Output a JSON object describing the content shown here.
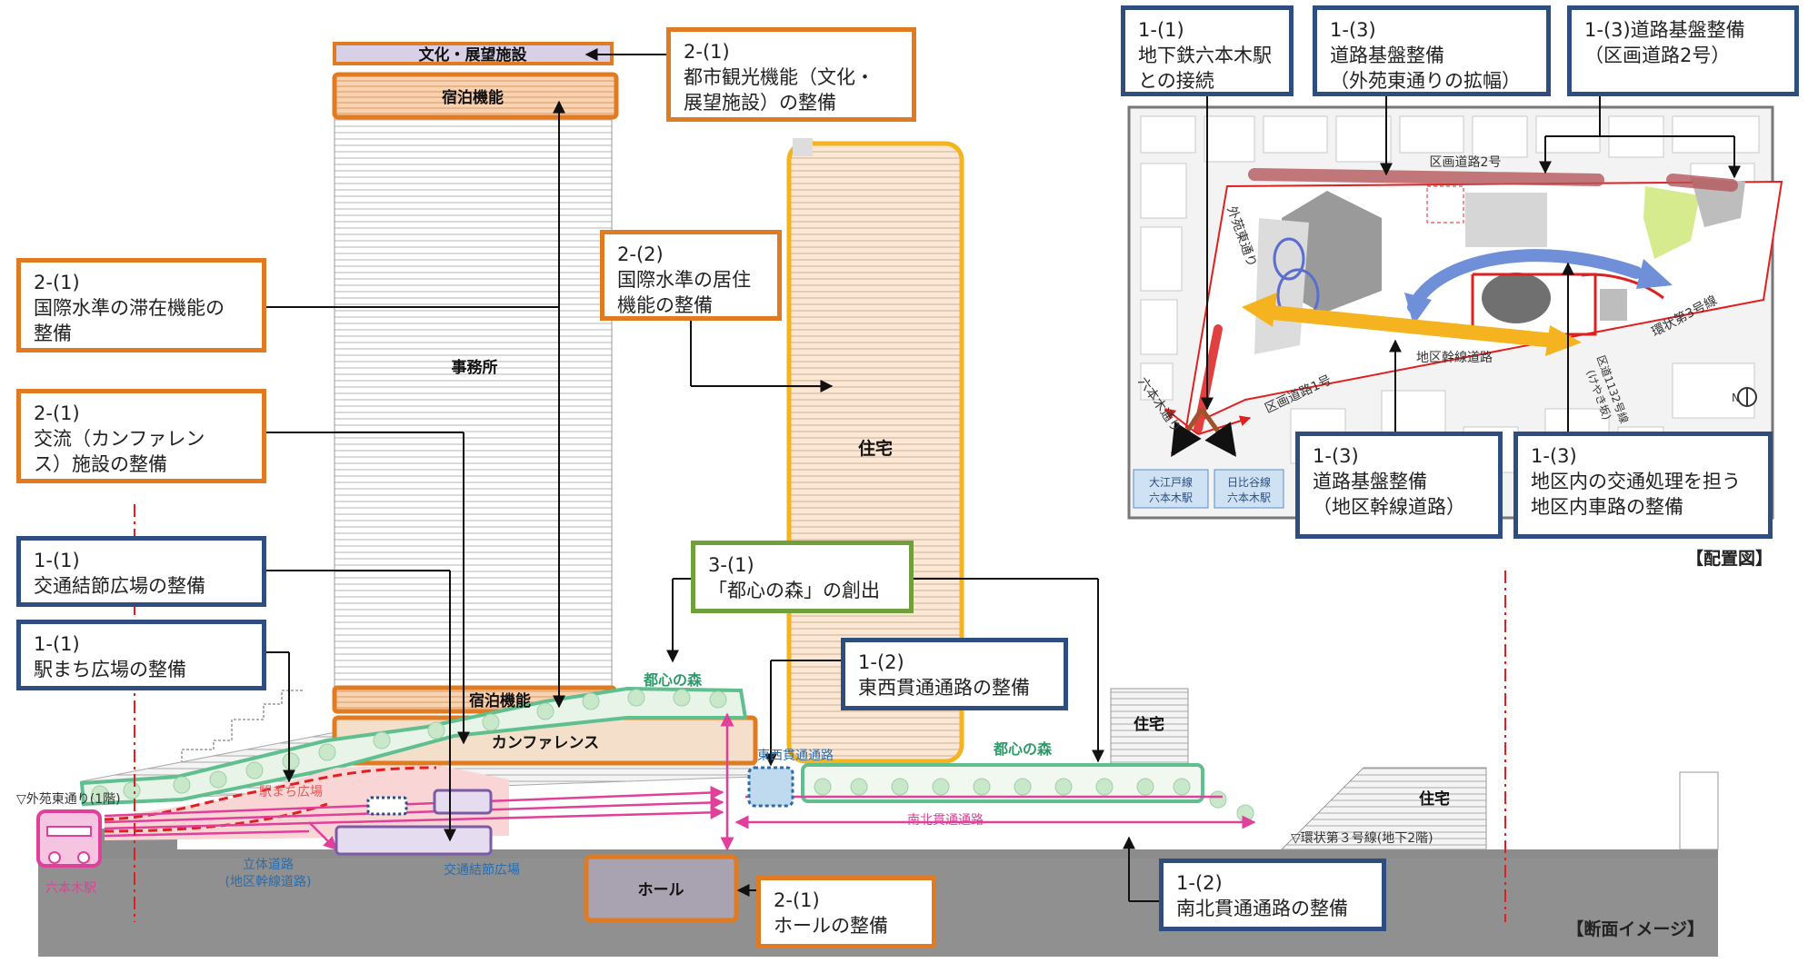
{
  "building": {
    "culture_observation": "文化・展望施設",
    "hotel_top": "宿泊機能",
    "office": "事務所",
    "hotel_low": "宿泊機能",
    "conference": "カンファレンス",
    "residence_tower": "住宅",
    "residence_right": "住宅",
    "residence_far_right": "住宅",
    "hall": "ホール",
    "forest_left": "都心の森",
    "forest_right": "都心の森"
  },
  "section_labels": {
    "east_west_passage": "東西貫通通路",
    "south_north_passage": "南北貫通通路",
    "gaien_street": "▽外苑東通り(1階)",
    "kanjo3": "▽環状第３号線(地下2階)",
    "station_plaza": "駅まち広場",
    "roppongi_station": "六本木駅",
    "elevated_road_line1": "立体道路",
    "elevated_road_line2": "(地区幹線道路)",
    "transport_plaza": "交通結節広場"
  },
  "callouts": {
    "c21_tourism": [
      "2-(1)",
      "都市観光機能（文化・",
      "展望施設）の整備"
    ],
    "c21_stay": [
      "2-(1)",
      "国際水準の滞在機能の",
      "整備"
    ],
    "c21_exchange": [
      "2-(1)",
      "交流（カンファレン",
      "ス）施設の整備"
    ],
    "c22_residence": [
      "2-(2)",
      "国際水準の居住",
      "機能の整備"
    ],
    "c11_node": [
      "1-(1)",
      "交通結節広場の整備"
    ],
    "c11_plaza": [
      "1-(1)",
      "駅まち広場の整備"
    ],
    "c31_forest": [
      "3-(1)",
      "「都心の森」の創出"
    ],
    "c12_eastwest": [
      "1-(2)",
      "東西貫通通路の整備"
    ],
    "c21_hall": [
      "2-(1)",
      "ホールの整備"
    ],
    "c12_southnorth": [
      "1-(2)",
      "南北貫通通路の整備"
    ],
    "c11_subway": [
      "1-(1)",
      "地下鉄六本木駅",
      "との接続"
    ],
    "c13_gaien": [
      "1-(3)",
      "道路基盤整備",
      "（外苑東通りの拡幅）"
    ],
    "c13_road2": [
      "1-(3)道路基盤整備",
      "（区画道路2号）"
    ],
    "c13_trunk": [
      "1-(3)",
      "道路基盤整備",
      "（地区幹線道路）"
    ],
    "c13_internal": [
      "1-(3)",
      "地区内の交通処理を担う",
      "地区内車路の整備"
    ]
  },
  "map": {
    "road2": "区画道路2号",
    "road1": "区画道路1号",
    "trunk": "地区幹線道路",
    "kanjo3": "環状第3号線",
    "gaien": "外苑東通り",
    "roppongi_dori": "六本木通り",
    "ward_road": "区道1132号線",
    "ward_road_sub": "(けやき坂)",
    "station_oedo": [
      "大江戸線",
      "六本木駅"
    ],
    "station_hibiya": [
      "日比谷線",
      "六本木駅"
    ],
    "north": "N"
  },
  "captions": {
    "layout": "【配置図】",
    "section": "【断面イメージ】"
  },
  "colors": {
    "orange": "#e07b22",
    "navy": "#2d4e7e",
    "green": "#6fa03b",
    "gold": "#f4b31f",
    "pink": "#e0409a",
    "red": "#e02020",
    "forest": "#5fbf8f"
  }
}
